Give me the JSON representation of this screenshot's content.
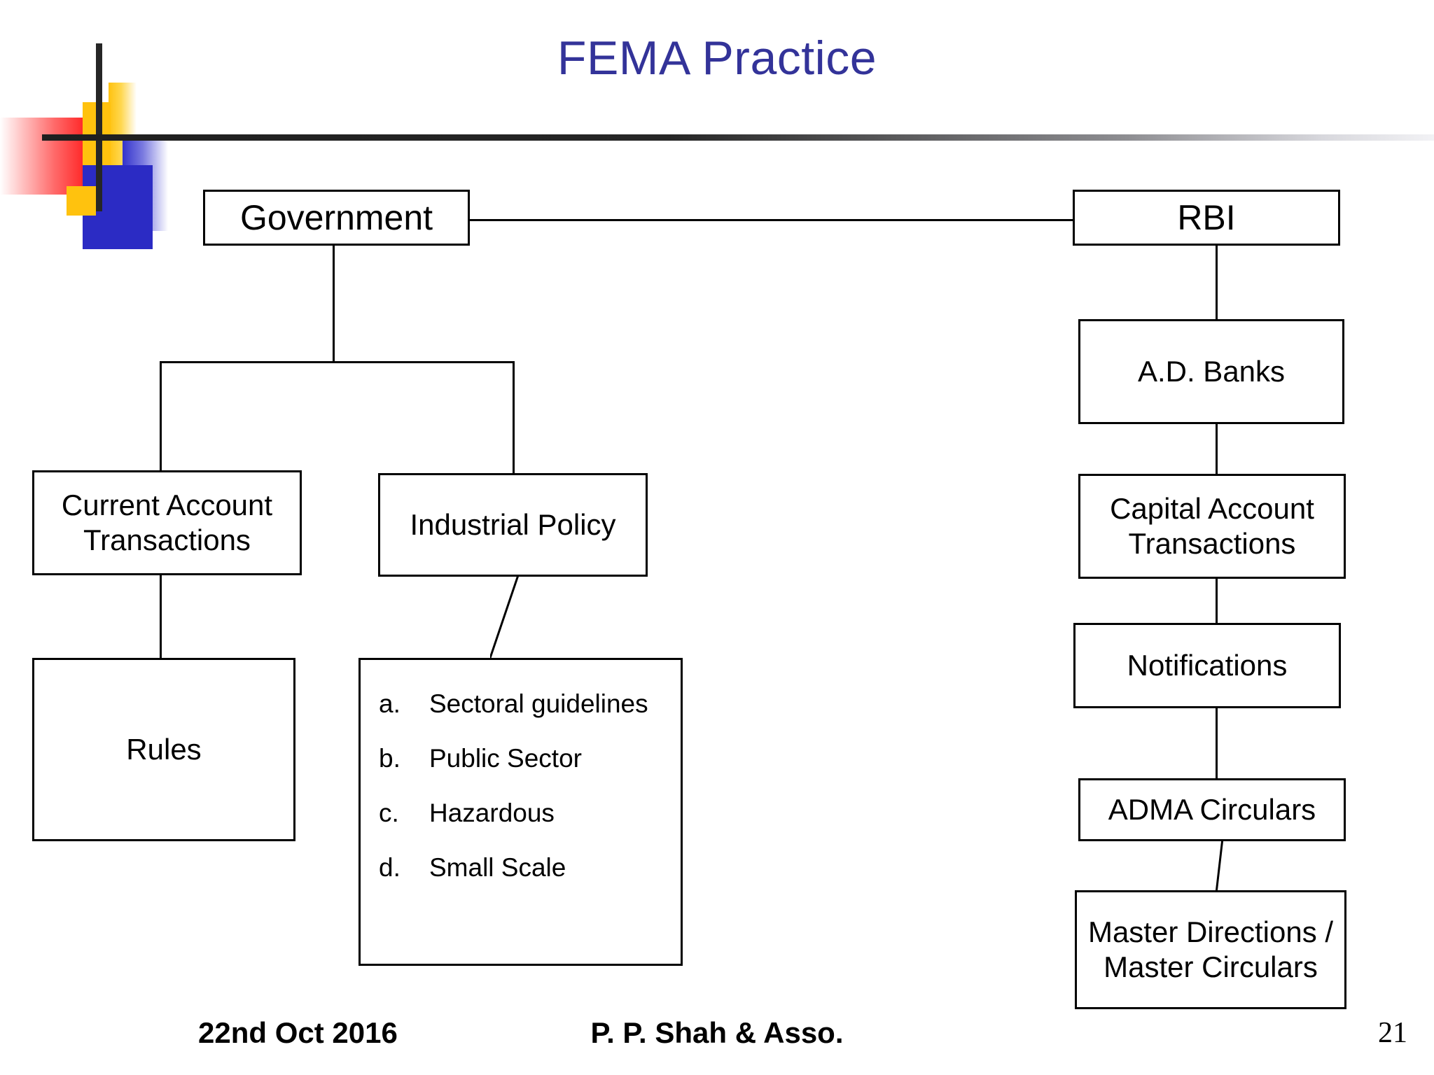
{
  "slide": {
    "title": "FEMA Practice",
    "title_color": "#333399"
  },
  "diagram": {
    "government": "Government",
    "rbi": "RBI",
    "ad_banks": "A.D. Banks",
    "current_account_line1": "Current Account",
    "current_account_line2": "Transactions",
    "capital_account_line1": "Capital Account",
    "capital_account_line2": "Transactions",
    "industrial_policy": "Industrial Policy",
    "rules": "Rules",
    "notifications": "Notifications",
    "adma_circulars": "ADMA Circulars",
    "master_line1": "Master Directions /",
    "master_line2": "Master Circulars",
    "industrial_policy_items": [
      {
        "marker": "a.",
        "label": "Sectoral guidelines"
      },
      {
        "marker": "b.",
        "label": "Public Sector"
      },
      {
        "marker": "c.",
        "label": "Hazardous"
      },
      {
        "marker": "d.",
        "label": "Small Scale"
      }
    ]
  },
  "footer": {
    "date": "22nd Oct 2016",
    "center": "P. P. Shah & Asso.",
    "page_number": "21"
  },
  "decor": {
    "red": "#FF2020",
    "yellow": "#FFC20E",
    "blue": "#2B2BC4",
    "bar": "#262626"
  }
}
